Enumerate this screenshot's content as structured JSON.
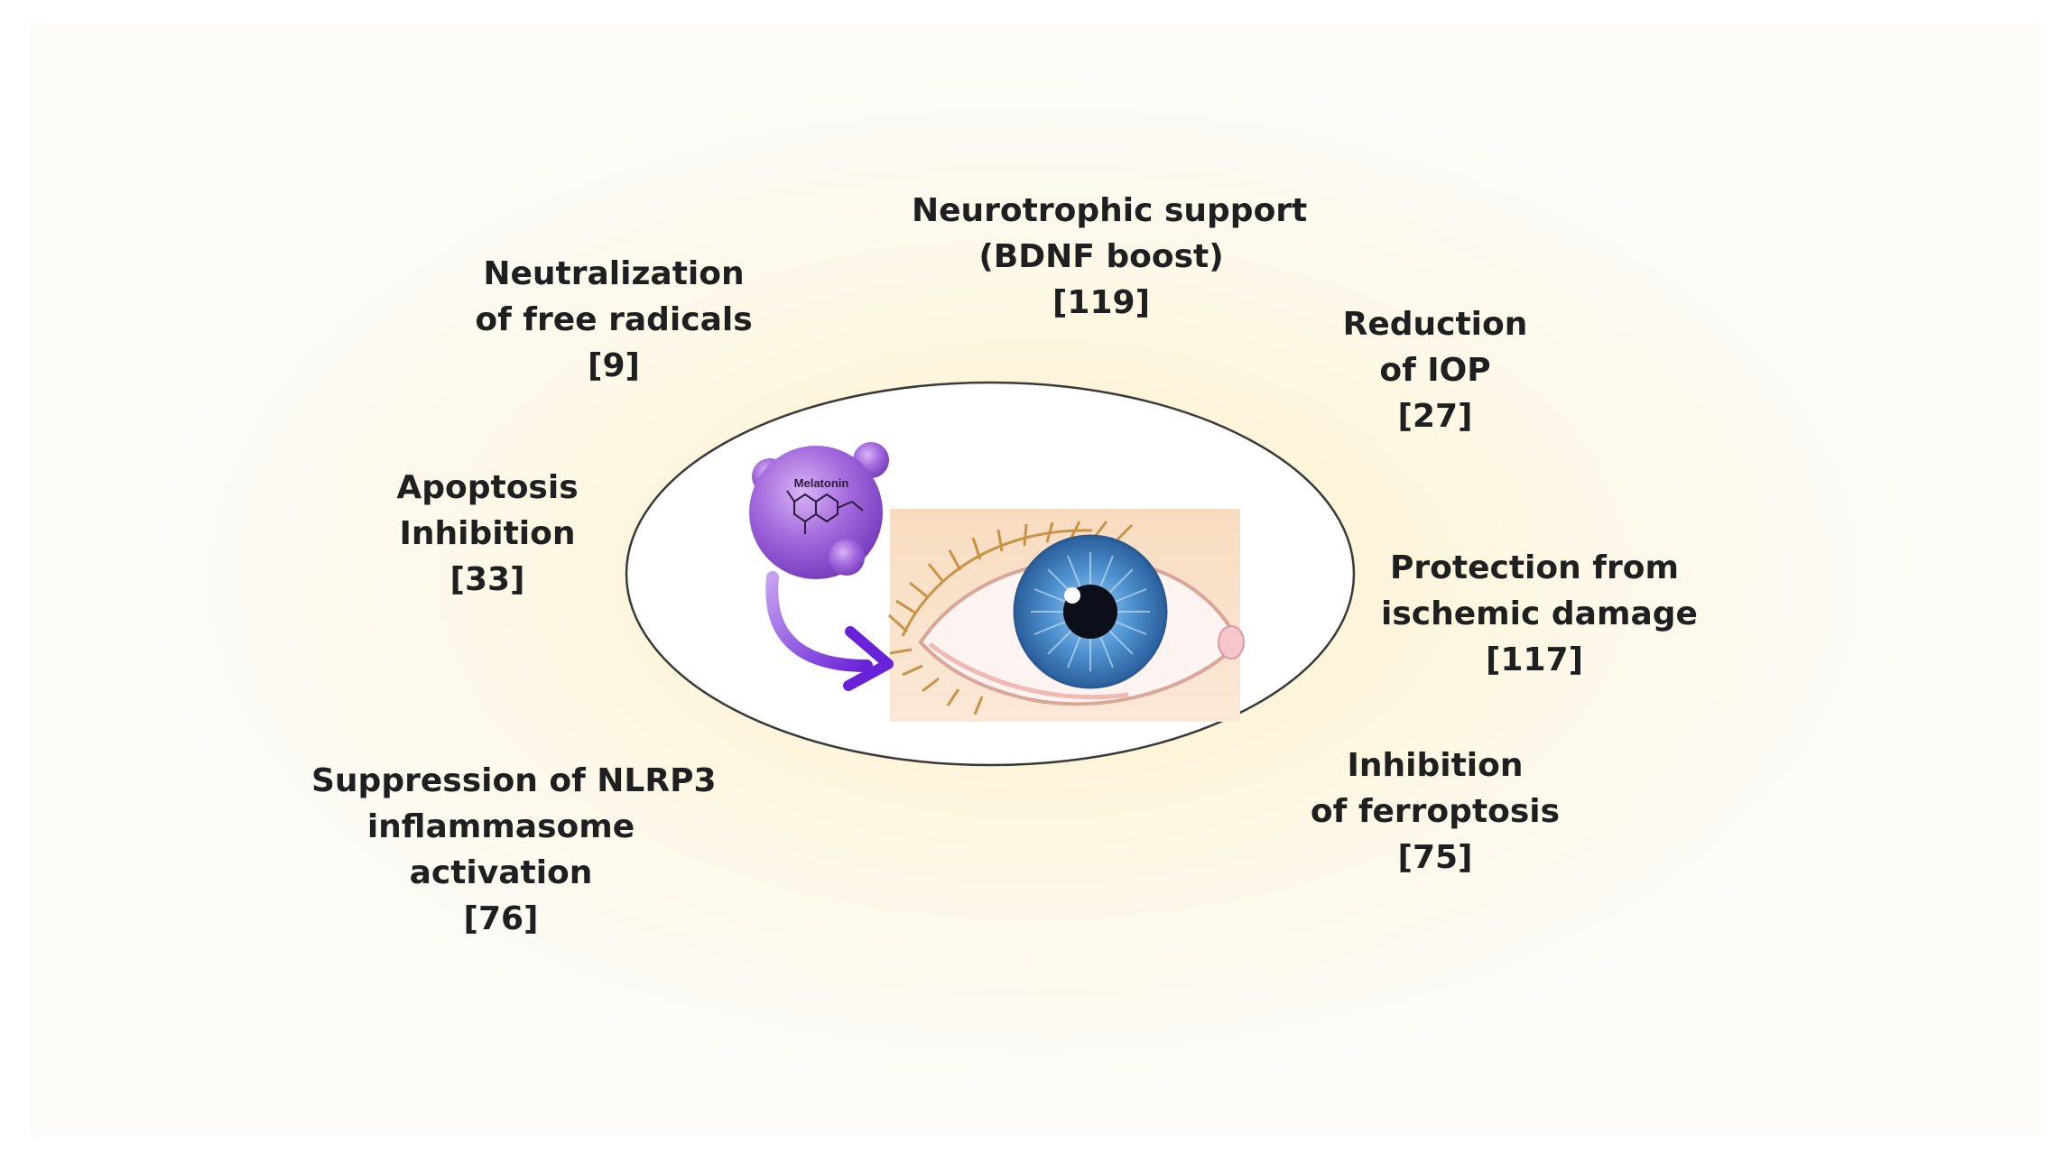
{
  "center": {
    "molecule_label": "Melatonin",
    "molecule_color": "#9b5bd6",
    "arrow_color": "#7b2fe0",
    "iris_color": "#3f7fc4"
  },
  "effects": [
    {
      "id": "neurotrophic",
      "lines": [
        "Neurotrophic support",
        "(BDNF boost)",
        "[119]"
      ]
    },
    {
      "id": "neutralization",
      "lines": [
        "Neutralization",
        "of free radicals",
        "[9]"
      ]
    },
    {
      "id": "iop",
      "lines": [
        "Reduction",
        "of IOP",
        "[27]"
      ]
    },
    {
      "id": "apoptosis",
      "lines": [
        "Apoptosis",
        "Inhibition",
        "[33]"
      ]
    },
    {
      "id": "ischemic",
      "lines": [
        "Protection from",
        "ischemic damage",
        "[117]"
      ]
    },
    {
      "id": "nlrp3",
      "lines": [
        "Suppression of NLRP3",
        "inflammasome",
        "activation",
        "[76]"
      ]
    },
    {
      "id": "ferroptosis",
      "lines": [
        "Inhibition",
        "of ferroptosis",
        "[75]"
      ]
    }
  ]
}
